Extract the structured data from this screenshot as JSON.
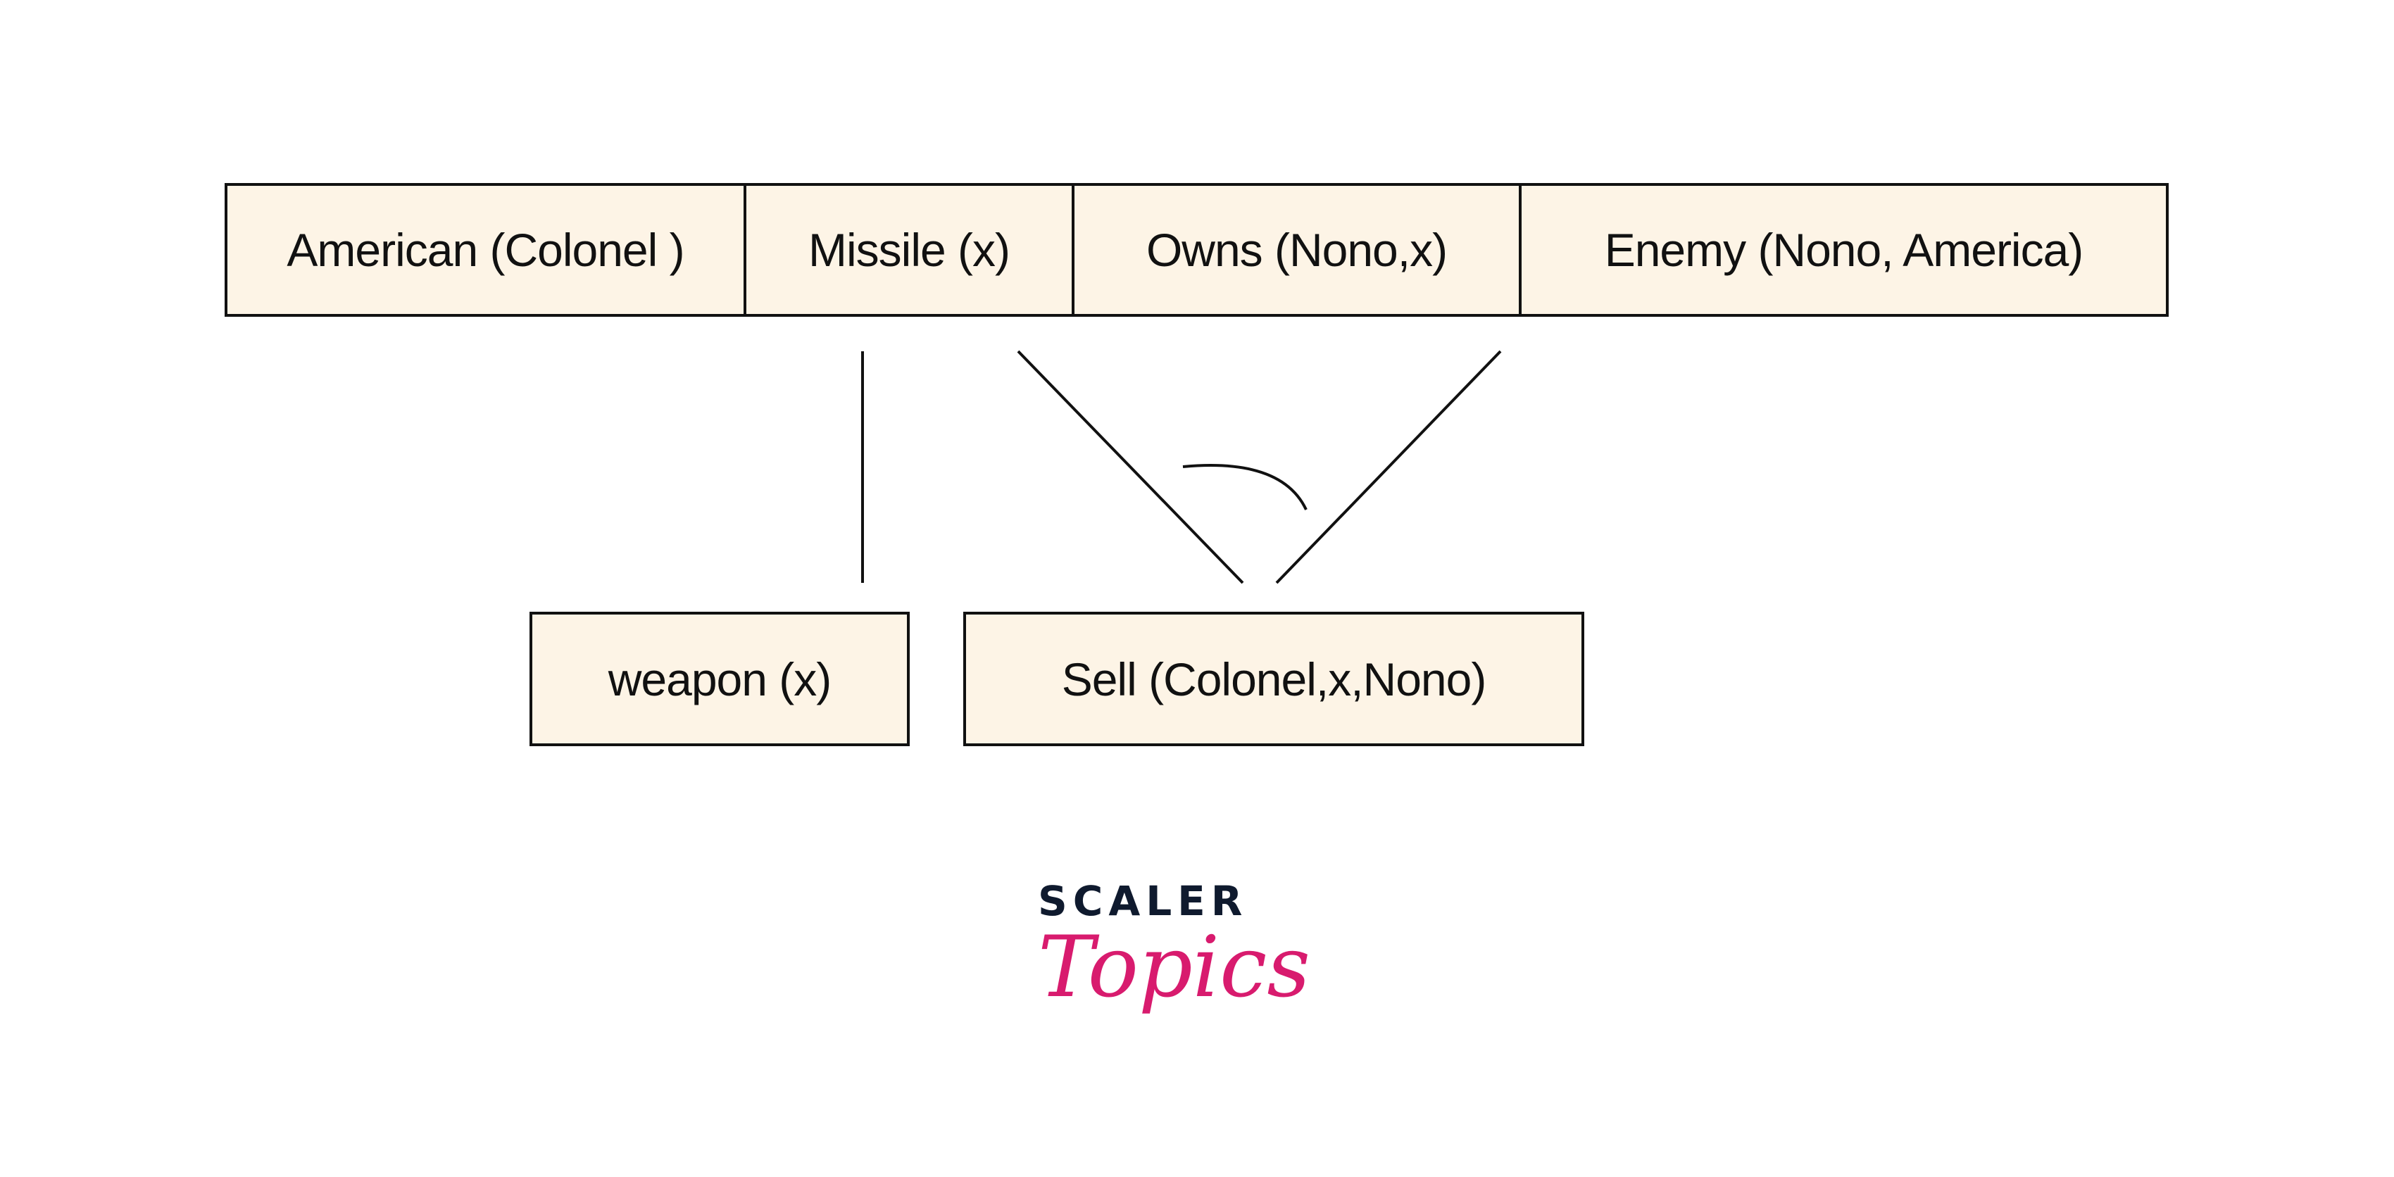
{
  "top_row": [
    "American (Colonel )",
    "Missile (x)",
    "Owns (Nono,x)",
    "Enemy (Nono, America)"
  ],
  "bottom_boxes": {
    "weapon": "weapon (x)",
    "sell": "Sell (Colonel,x,Nono)"
  },
  "logo": {
    "line1": "SCALER",
    "line2": "Topics"
  },
  "colors": {
    "box_fill": "#fdf4e6",
    "stroke": "#111111",
    "logo_dark": "#0f1a2e",
    "logo_pink": "#d81b6e"
  }
}
